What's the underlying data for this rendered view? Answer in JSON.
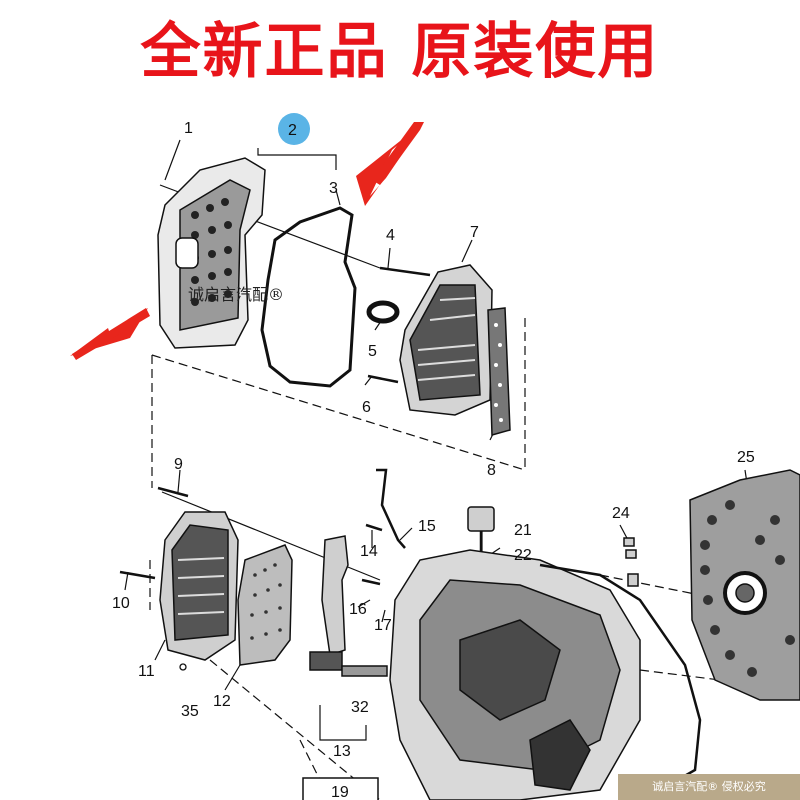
{
  "headline": "全新正品 原装使用",
  "watermark": "诚启言汽配®",
  "footer": "诚启言汽配® 侵权必究",
  "callouts": [
    {
      "id": "1",
      "text": "1"
    },
    {
      "id": "2",
      "text": "2"
    },
    {
      "id": "3",
      "text": "3"
    },
    {
      "id": "4",
      "text": "4"
    },
    {
      "id": "5",
      "text": "5"
    },
    {
      "id": "6",
      "text": "6"
    },
    {
      "id": "7",
      "text": "7"
    },
    {
      "id": "8",
      "text": "8"
    },
    {
      "id": "9",
      "text": "9"
    },
    {
      "id": "10",
      "text": "10"
    },
    {
      "id": "11",
      "text": "11"
    },
    {
      "id": "12",
      "text": "12"
    },
    {
      "id": "13",
      "text": "13"
    },
    {
      "id": "14",
      "text": "14"
    },
    {
      "id": "15",
      "text": "15"
    },
    {
      "id": "16",
      "text": "16"
    },
    {
      "id": "17",
      "text": "17"
    },
    {
      "id": "19",
      "text": "19"
    },
    {
      "id": "21",
      "text": "21"
    },
    {
      "id": "22",
      "text": "22"
    },
    {
      "id": "24",
      "text": "24"
    },
    {
      "id": "25",
      "text": "25"
    },
    {
      "id": "32",
      "text": "32"
    },
    {
      "id": "35",
      "text": "35"
    }
  ],
  "colors": {
    "headline": "#e8141a",
    "arrow": "#e8261c",
    "highlight_circle": "#5ab4e6",
    "line": "#111111",
    "footer_bg": "#b9a98a"
  }
}
